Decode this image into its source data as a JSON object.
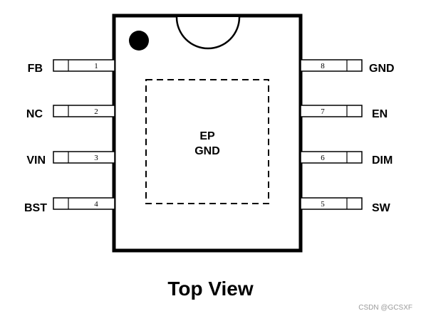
{
  "title": "Top View",
  "exposed_pad": {
    "line1": "EP",
    "line2": "GND"
  },
  "left_pins": [
    {
      "number": "1",
      "name": "FB"
    },
    {
      "number": "2",
      "name": "NC"
    },
    {
      "number": "3",
      "name": "VIN"
    },
    {
      "number": "4",
      "name": "BST"
    }
  ],
  "right_pins": [
    {
      "number": "8",
      "name": "GND"
    },
    {
      "number": "7",
      "name": "EN"
    },
    {
      "number": "6",
      "name": "DIM"
    },
    {
      "number": "5",
      "name": "SW"
    }
  ],
  "watermark": "CSDN @GCSXF"
}
